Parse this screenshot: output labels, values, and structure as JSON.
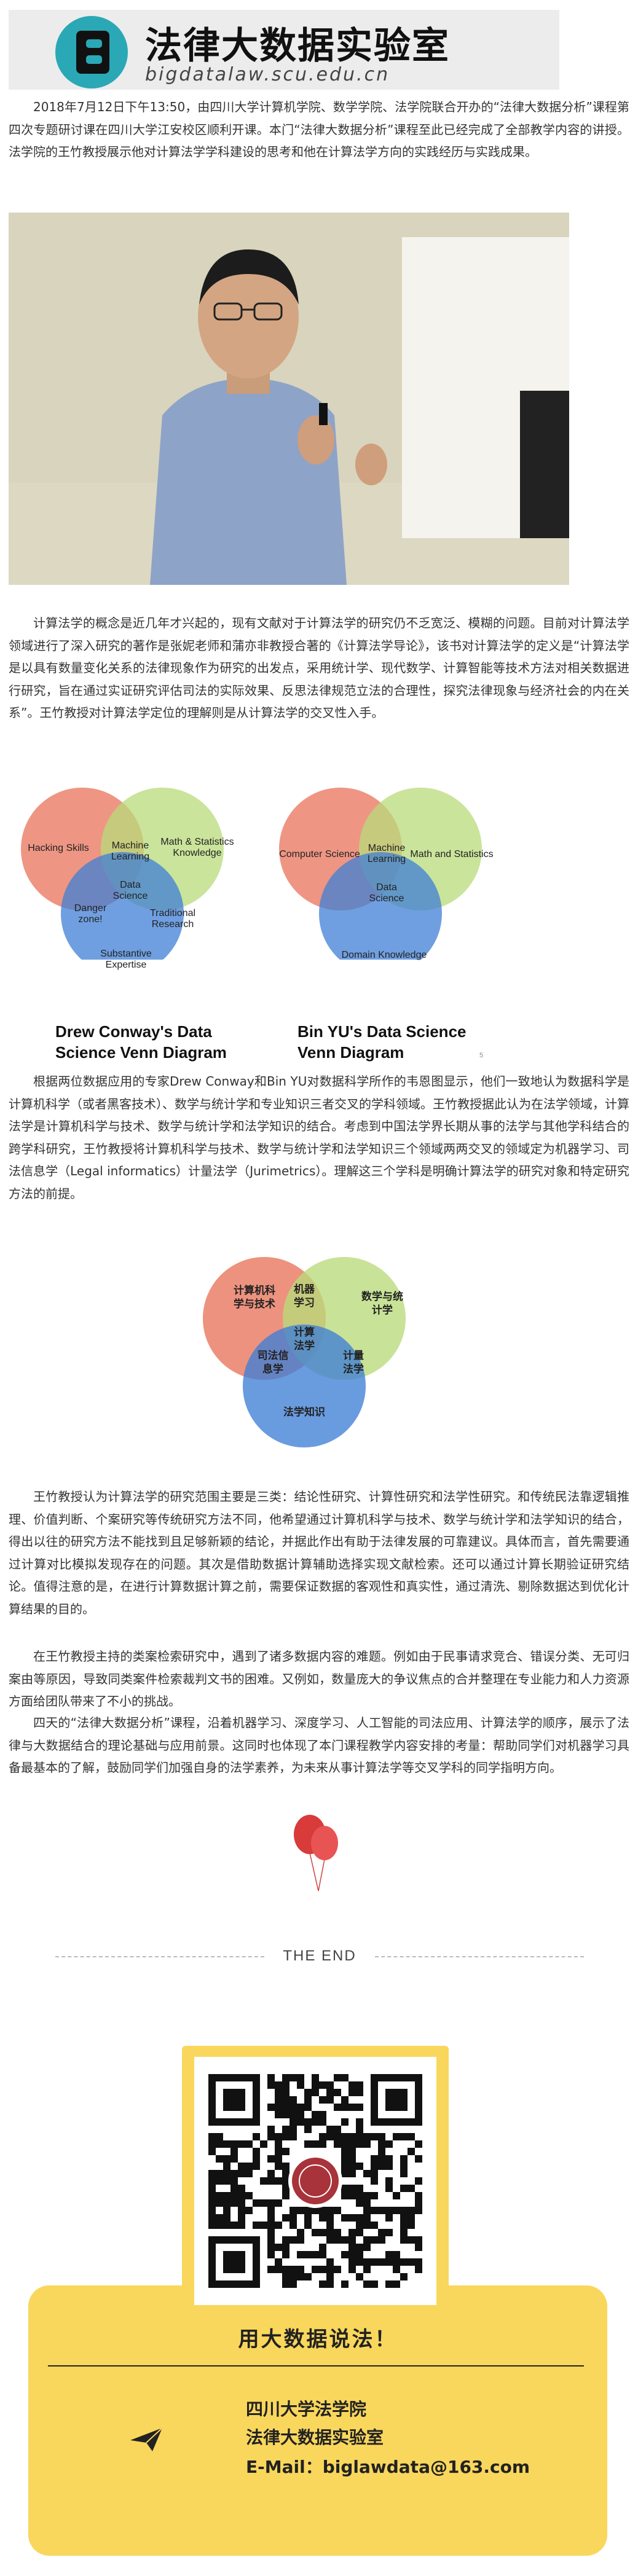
{
  "header": {
    "title": "法律大数据实验室",
    "domain": "bigdatalaw.scu.edu.cn"
  },
  "paragraphs": {
    "p1": "2018年7月12日下午13:50，由四川大学计算机学院、数学学院、法学院联合开办的“法律大数据分析”课程第四次专题研讨课在四川大学江安校区顺利开课。本门“法律大数据分析”课程至此已经完成了全部教学内容的讲授。法学院的王竹教授展示他对计算法学学科建设的思考和他在计算法学方向的实践经历与实践成果。",
    "p2": "计算法学的概念是近几年才兴起的，现有文献对于计算法学的研究仍不乏宽泛、模糊的问题。目前对计算法学领域进行了深入研究的著作是张妮老师和蒲亦非教授合著的《计算法学导论》，该书对计算法学的定义是“计算法学是以具有数量变化关系的法律现象作为研究的出发点，采用统计学、现代数学、计算智能等技术方法对相关数据进行研究，旨在通过实证研究评估司法的实际效果、反思法律规范立法的合理性，探究法律现象与经济社会的内在关系”。王竹教授对计算法学定位的理解则是从计算法学的交叉性入手。",
    "p3": "根据两位数据应用的专家Drew Conway和Bin YU对数据科学所作的韦恩图显示，他们一致地认为数据科学是计算机科学（或者黑客技术）、数学与统计学和专业知识三者交叉的学科领域。王竹教授据此认为在法学领域，计算法学是计算机科学与技术、数学与统计学和法学知识的结合。考虑到中国法学界长期从事的法学与其他学科结合的跨学科研究，王竹教授将计算机科学与技术、数学与统计学和法学知识三个领域两两交叉的领域定为机器学习、司法信息学（Legal informatics）计量法学（Jurimetrics）。理解这三个学科是明确计算法学的研究对象和特定研究方法的前提。",
    "p4": "王竹教授认为计算法学的研究范围主要是三类：结论性研究、计算性研究和法学性研究。和传统民法靠逻辑推理、价值判断、个案研究等传统研究方法不同，他希望通过计算机科学与技术、数学与统计学和法学知识的结合，得出以往的研究方法不能找到且足够新颖的结论，并据此作出有助于法律发展的可靠建议。具体而言，首先需要通过计算对比模拟发现存在的问题。其次是借助数据计算辅助选择实现文献检索。还可以通过计算长期验证研究结论。值得注意的是，在进行计算数据计算之前，需要保证数据的客观性和真实性，通过清洗、剔除数据达到优化计算结果的目的。",
    "p5": "在王竹教授主持的类案检索研究中，遇到了诸多数据内容的难题。例如由于民事请求竞合、错误分类、无可归案由等原因，导致同类案件检索裁判文书的困难。又例如，数量庞大的争议焦点的合并整理在专业能力和人力资源方面给团队带来了不小的挑战。",
    "p6": "四天的“法律大数据分析”课程，沿着机器学习、深度学习、人工智能的司法应用、计算法学的顺序，展示了法律与大数据结合的理论基础与应用前景。这同时也体现了本门课程教学内容安排的考量：帮助同学们对机器学习具备最基本的了解，鼓励同学们加强自身的法学素养，为未来从事计算法学等交叉学科的同学指明方向。"
  },
  "venn_conway": {
    "title_line1": "Drew Conway's Data",
    "title_line2": "Science Venn Diagram",
    "hacking": "Hacking Skills",
    "math": "Math & Statistics Knowledge",
    "expertise": "Substantive Expertise",
    "ml": "Machine Learning",
    "danger": "Danger zone!",
    "research": "Traditional Research",
    "center": "Data Science"
  },
  "venn_yu": {
    "title_line1": "Bin YU's Data Science",
    "title_line2": "Venn Diagram",
    "cs": "Computer Science",
    "math": "Math and Statistics",
    "domain": "Domain Knowledge",
    "ml": "Machine Learning",
    "center": "Data Science",
    "footnote": "5"
  },
  "venn_law": {
    "cs": "计算机科学与技术",
    "math": "数学与统计学",
    "law": "法学知识",
    "ml": "机器学习",
    "informatics": "司法信息学",
    "jurimetrics": "计量法学",
    "center": "计算法学"
  },
  "end_text": "THE END",
  "footer": {
    "slogan": "用大数据说法！",
    "org": "四川大学法学院",
    "lab": "法律大数据实验室",
    "email": "E-Mail：biglawdata@163.com"
  },
  "colors": {
    "red": "#e8735a",
    "green": "#b8db7a",
    "blue": "#3f7fd6",
    "logo": "#2aa8b5",
    "card": "#f9d75c"
  }
}
